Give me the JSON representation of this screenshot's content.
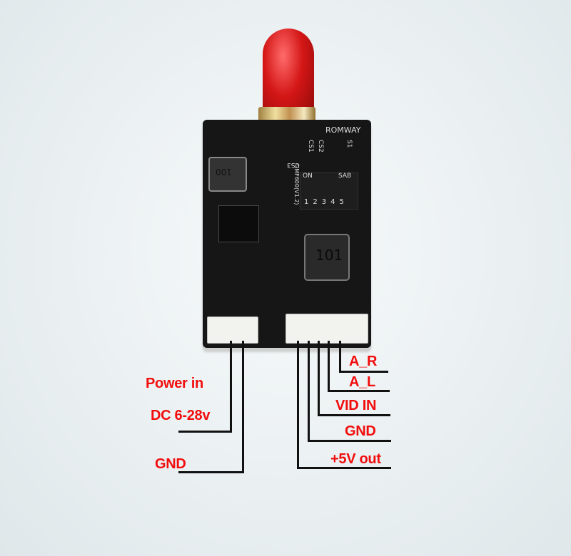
{
  "board_markings": {
    "brand": "ROMWAY",
    "switch_labels": [
      "CS1",
      "CS2",
      "CS3",
      "S1"
    ],
    "dip_on": "ON",
    "dip_sab": "SAB",
    "dip_numbers": [
      "1",
      "2",
      "3",
      "4",
      "5"
    ],
    "inductor_large": "101",
    "inductor_small": "100",
    "model": "GMF600(V1.2)"
  },
  "labels": {
    "power_in": "Power in",
    "dc_range": "DC 6-28v",
    "power_gnd": "GND",
    "a_r": "A_R",
    "a_l": "A_L",
    "vid_in": "VID IN",
    "signal_gnd": "GND",
    "out_5v": "+5V out"
  },
  "colors": {
    "label": "#f20d0d",
    "line": "#111111",
    "board": "#151515",
    "antenna_cap": "#d01818"
  }
}
